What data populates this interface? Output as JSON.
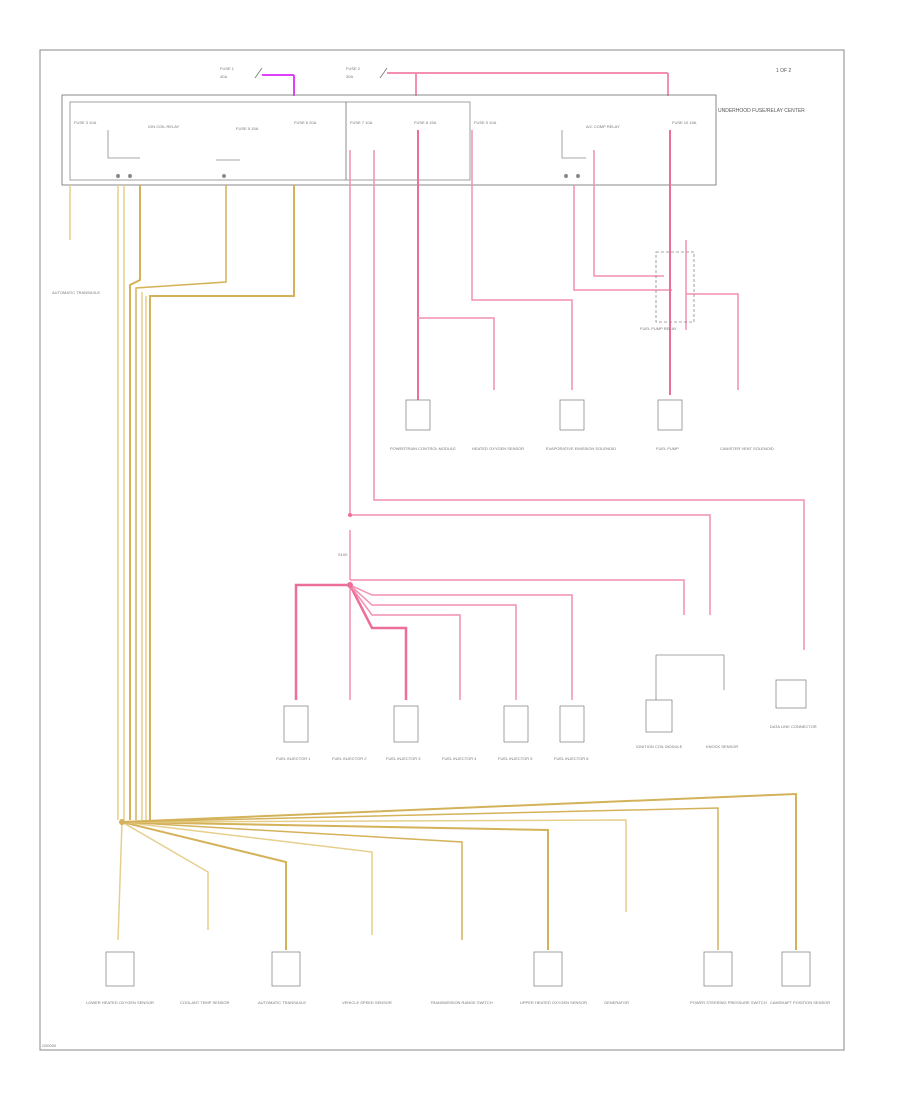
{
  "page": {
    "corner_label": "1 OF 2",
    "footer_code": "G00000"
  },
  "colors": {
    "pink_wire": "#f48fb1",
    "pink_wire_dark": "#ec6f98",
    "tan_wire": "#d4b25a",
    "tan_wire_light": "#e6cf8c",
    "magenta_wire": "#e040fb",
    "outline": "#8a8a8a",
    "text": "#555555"
  },
  "diagram": {
    "fuse_block_label": "UNDERHOOD FUSE/RELAY CENTER",
    "top_fuses": [
      {
        "name": "FUSE 1",
        "sub": "40A"
      },
      {
        "name": "FUSE 2",
        "sub": "30A"
      }
    ],
    "fuse_cells": [
      {
        "label": "FUSE 3 10A"
      },
      {
        "label": "IGN COIL RELAY"
      },
      {
        "label": "FUSE 5 15A"
      },
      {
        "label": "FUSE 6 20A"
      },
      {
        "label": "FUSE 7 10A"
      },
      {
        "label": "FUSE 8 15A"
      },
      {
        "label": "FUSE 9 10A"
      },
      {
        "label": "A/C COMP RELAY"
      },
      {
        "label": "FUSE 10 15A"
      }
    ],
    "left_component": "AUTOMATIC TRANSAXLE",
    "splice": "S100",
    "relay_label": "FUEL PUMP RELAY",
    "mid_components": [
      {
        "label": "POWERTRAIN CONTROL MODULE"
      },
      {
        "label": "HEATED OXYGEN SENSOR"
      },
      {
        "label": "EVAPORATIVE EMISSION SOLENOID"
      },
      {
        "label": "FUEL PUMP"
      },
      {
        "label": "CANISTER VENT SOLENOID"
      }
    ],
    "injectors": [
      {
        "label": "FUEL INJECTOR 1"
      },
      {
        "label": "FUEL INJECTOR 2"
      },
      {
        "label": "FUEL INJECTOR 3"
      },
      {
        "label": "FUEL INJECTOR 4"
      },
      {
        "label": "FUEL INJECTOR 5"
      },
      {
        "label": "FUEL INJECTOR 6"
      }
    ],
    "right_components": [
      {
        "label": "IGNITION COIL MODULE"
      },
      {
        "label": "KNOCK SENSOR"
      },
      {
        "label": "DATA LINK CONNECTOR"
      }
    ],
    "bottom_components": [
      {
        "label": "LOWER HEATED OXYGEN SENSOR"
      },
      {
        "label": "COOLANT TEMP SENSOR"
      },
      {
        "label": "AUTOMATIC TRANSAXLE"
      },
      {
        "label": "VEHICLE SPEED SENSOR"
      },
      {
        "label": "TRANSMISSION RANGE SWITCH"
      },
      {
        "label": "UPPER HEATED OXYGEN SENSOR"
      },
      {
        "label": "GENERATOR"
      },
      {
        "label": "POWER STEERING PRESSURE SWITCH"
      },
      {
        "label": "CAMSHAFT POSITION SENSOR"
      }
    ]
  }
}
